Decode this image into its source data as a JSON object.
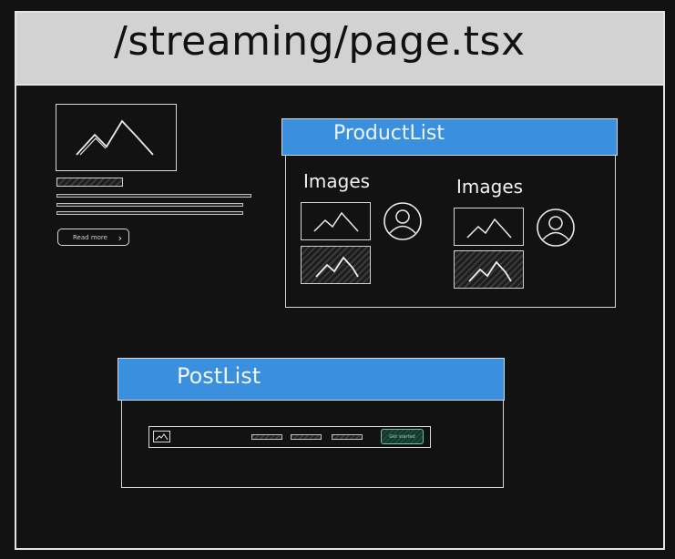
{
  "page": {
    "title": "/streaming/page.tsx"
  },
  "card": {
    "readmore_label": "Read more"
  },
  "product_list": {
    "label": "ProductList",
    "columns": [
      {
        "images_label": "Images"
      },
      {
        "images_label": "Images"
      }
    ]
  },
  "post_list": {
    "label": "PostList",
    "started_label": "Get started"
  },
  "colors": {
    "accent": "#3a8fdf",
    "background": "#121212",
    "titlebar": "#d2d2d2"
  }
}
